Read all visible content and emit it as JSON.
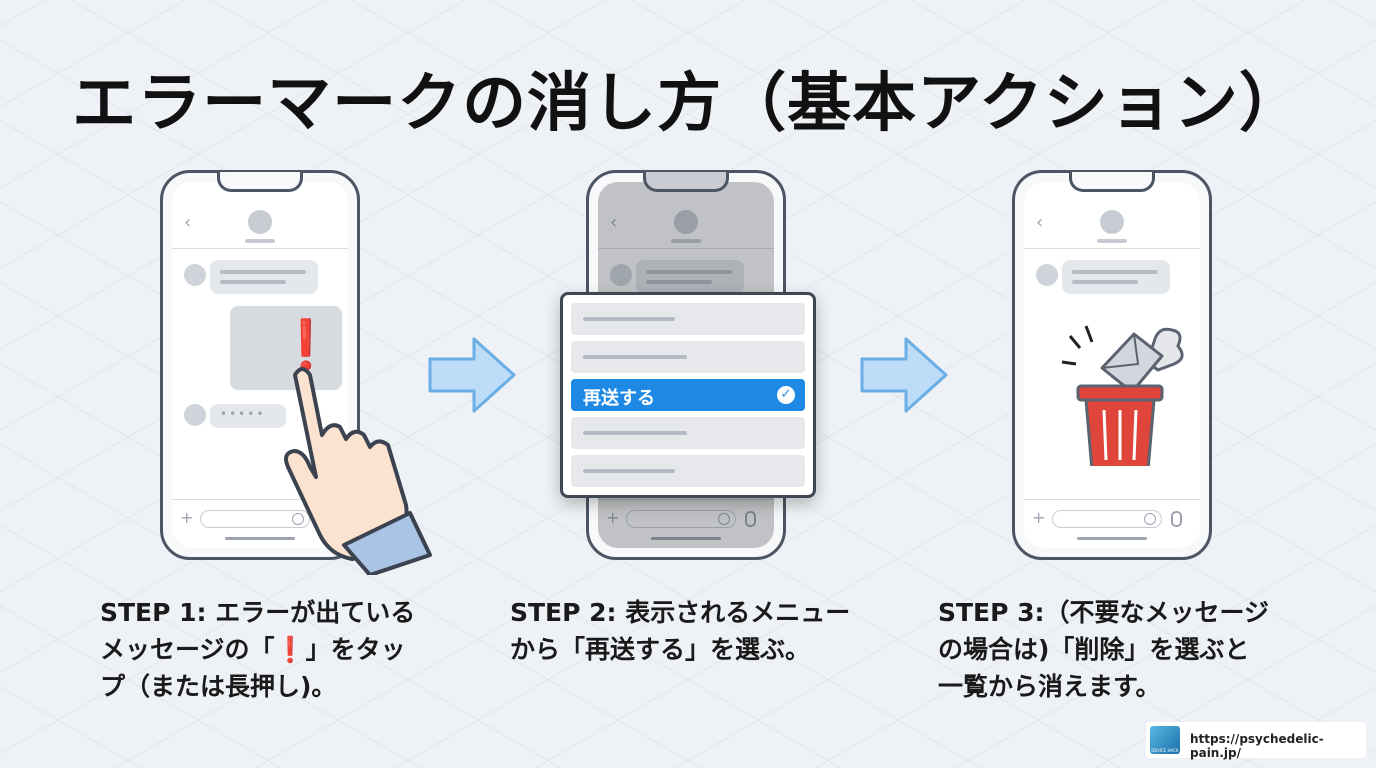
{
  "title": "エラーマークの消し方（基本アクション）",
  "steps": [
    {
      "caption_lines": [
        "STEP 1: エラーが出ている",
        "メッセージの「",
        "」をタッ",
        "プ（または長押し)。"
      ],
      "error_mark": "❗"
    },
    {
      "caption_lines": [
        "STEP 2: 表示されるメニュー",
        "から「再送する」を選ぶ。"
      ],
      "menu_selected_label": "再送する",
      "menu_check": "✓"
    },
    {
      "caption_lines": [
        "STEP 3:（不要なメッセージ",
        "の場合は)「削除」を選ぶと",
        "一覧から消えます。"
      ]
    }
  ],
  "icons": {
    "back": "‹",
    "plus": "+",
    "names": [
      "back-chevron-icon",
      "plus-icon",
      "emoji-icon",
      "mic-icon",
      "exclamation-icon",
      "pointing-hand-icon",
      "arrow-right-icon",
      "check-circle-icon",
      "trash-can-icon",
      "envelope-icon"
    ]
  },
  "typing_dots": "•••••",
  "footer": {
    "url": "https://psychedelic-pain.jp/",
    "logo_text": "DEVICE HACK"
  },
  "colors": {
    "accent_blue": "#1e88e5",
    "error_red": "#e11d2a",
    "arrow_blue": "#bcdcf7",
    "trash_red": "#e0453c"
  }
}
